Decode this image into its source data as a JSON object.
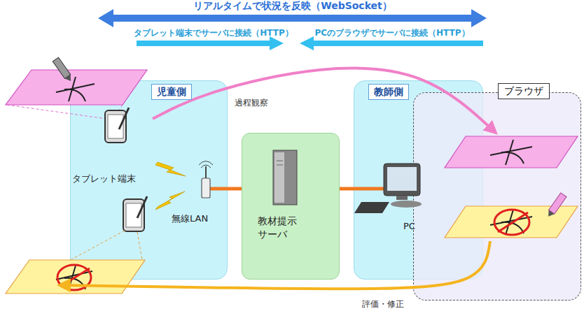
{
  "diagram": {
    "nodes": [
      {
        "text": [
          "児童側"
        ]
      },
      {
        "text": [
          "教材提示 サーバ"
        ]
      },
      {
        "text": [
          "教師側"
        ]
      },
      {
        "text": [
          "ブラウザ"
        ]
      }
    ],
    "edges": [
      {
        "from": 0,
        "to": 1,
        "arrow": "none"
      },
      {
        "from": 1,
        "to": 2,
        "arrow": "none"
      },
      {
        "from": 0,
        "to": 3,
        "arrow": "to",
        "label": "過程観察"
      },
      {
        "from": 3,
        "to": 0,
        "arrow": "to",
        "label": "評価・修正"
      }
    ],
    "labels": [
      "リアルタイムで状況を反映（WebSocket）",
      "タブレット端末でサーバに接続（HTTP）",
      "PCのブラウザでサーバに接続（HTTP）",
      "タブレット端末",
      "無線LAN",
      "PC"
    ]
  }
}
